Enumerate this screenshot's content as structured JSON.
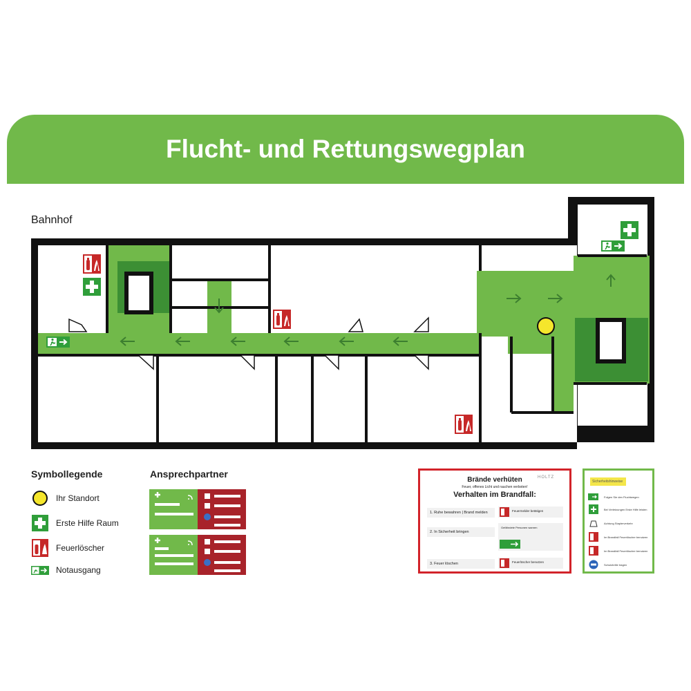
{
  "header": {
    "title": "Flucht- und Rettungswegplan"
  },
  "plan": {
    "floor_label": "Bahnhof",
    "escape_color": "#71b94a",
    "stair_color": "#3c8f34",
    "wall_color": "#111111"
  },
  "legend": {
    "title": "Symbollegende",
    "items": [
      {
        "icon": "position-dot-icon",
        "label": "Ihr Standort",
        "color": "#f5e62c"
      },
      {
        "icon": "first-aid-icon",
        "label": "Erste Hilfe Raum",
        "color": "#2f9e3a"
      },
      {
        "icon": "fire-extinguisher-icon",
        "label": "Feuerlöscher",
        "color": "#c62828"
      },
      {
        "icon": "emergency-exit-icon",
        "label": "Notausgang",
        "color": "#2f9e3a"
      }
    ]
  },
  "contacts": {
    "title": "Ansprechpartner",
    "cards": 2
  },
  "fire_poster": {
    "title": "Brände verhüten",
    "subtitle": "Feuer, offenes Licht und rauchen verboten!",
    "heading": "Verhalten im Brandfall:",
    "logo": "HOLTZ",
    "steps": [
      {
        "label": "1. Ruhe bewahren | Brand melden",
        "note": "Feuermelder betätigen"
      },
      {
        "label": "2. In Sicherheit bringen",
        "note": "Gefährdete Personen warnen"
      },
      {
        "label": "3. Feuer löschen",
        "note": "Feuerlöscher benutzen"
      }
    ]
  },
  "safety_poster": {
    "header": "Sicherheitshinweise",
    "items": [
      "Folgen Sie den Fluchtwegen",
      "Bei Verletzungen Erste Hilfe leisten",
      "Achtung Staplerverkehr",
      "Im Brandfall Feuerlöscher benutzen",
      "Im Brandfall Feuerlöscher benutzen",
      "Schutzbrille tragen"
    ]
  }
}
